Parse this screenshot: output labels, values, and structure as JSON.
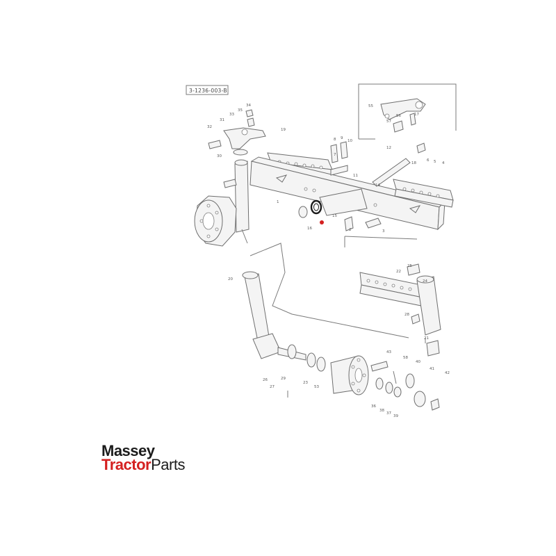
{
  "diagram": {
    "reference_code": "3-1236-003-B",
    "highlight_color": "#d42020",
    "line_color": "#7a7a7a",
    "callouts": [
      {
        "id": "c34",
        "text": "34"
      },
      {
        "id": "c33",
        "text": "33"
      },
      {
        "id": "c35",
        "text": "35"
      },
      {
        "id": "c32",
        "text": "32"
      },
      {
        "id": "c31",
        "text": "31"
      },
      {
        "id": "c30",
        "text": "30"
      },
      {
        "id": "c19",
        "text": "19"
      },
      {
        "id": "c8",
        "text": "8"
      },
      {
        "id": "c9",
        "text": "9"
      },
      {
        "id": "c10",
        "text": "10"
      },
      {
        "id": "c7",
        "text": "7"
      },
      {
        "id": "c11",
        "text": "11"
      },
      {
        "id": "c14",
        "text": "14"
      },
      {
        "id": "c12",
        "text": "12"
      },
      {
        "id": "c18",
        "text": "18"
      },
      {
        "id": "c4",
        "text": "4"
      },
      {
        "id": "c5",
        "text": "5"
      },
      {
        "id": "c6",
        "text": "6"
      },
      {
        "id": "c1",
        "text": "1"
      },
      {
        "id": "c16",
        "text": "16"
      },
      {
        "id": "c15",
        "text": "15"
      },
      {
        "id": "c2",
        "text": "2"
      },
      {
        "id": "c3",
        "text": "3"
      },
      {
        "id": "c55",
        "text": "55"
      },
      {
        "id": "c57",
        "text": "57"
      },
      {
        "id": "c56",
        "text": "56"
      },
      {
        "id": "c17",
        "text": "17"
      },
      {
        "id": "c25",
        "text": "25"
      },
      {
        "id": "c22",
        "text": "22"
      },
      {
        "id": "c24",
        "text": "24"
      },
      {
        "id": "c28",
        "text": "28"
      },
      {
        "id": "c20",
        "text": "20"
      },
      {
        "id": "c26",
        "text": "26"
      },
      {
        "id": "c27",
        "text": "27"
      },
      {
        "id": "c29",
        "text": "29"
      },
      {
        "id": "c23",
        "text": "23"
      },
      {
        "id": "c21",
        "text": "21"
      },
      {
        "id": "c53",
        "text": "53"
      },
      {
        "id": "c36",
        "text": "36"
      },
      {
        "id": "c37",
        "text": "37"
      },
      {
        "id": "c38",
        "text": "38"
      },
      {
        "id": "c39",
        "text": "39"
      },
      {
        "id": "c40",
        "text": "40"
      },
      {
        "id": "c41",
        "text": "41"
      },
      {
        "id": "c42",
        "text": "42"
      },
      {
        "id": "c43",
        "text": "43"
      },
      {
        "id": "c58",
        "text": "58"
      }
    ]
  },
  "logo": {
    "line1": "Massey",
    "line2_a": "Tractor",
    "line2_b": "Parts",
    "brand_red": "#d42020",
    "brand_dark": "#1b1b1b"
  }
}
